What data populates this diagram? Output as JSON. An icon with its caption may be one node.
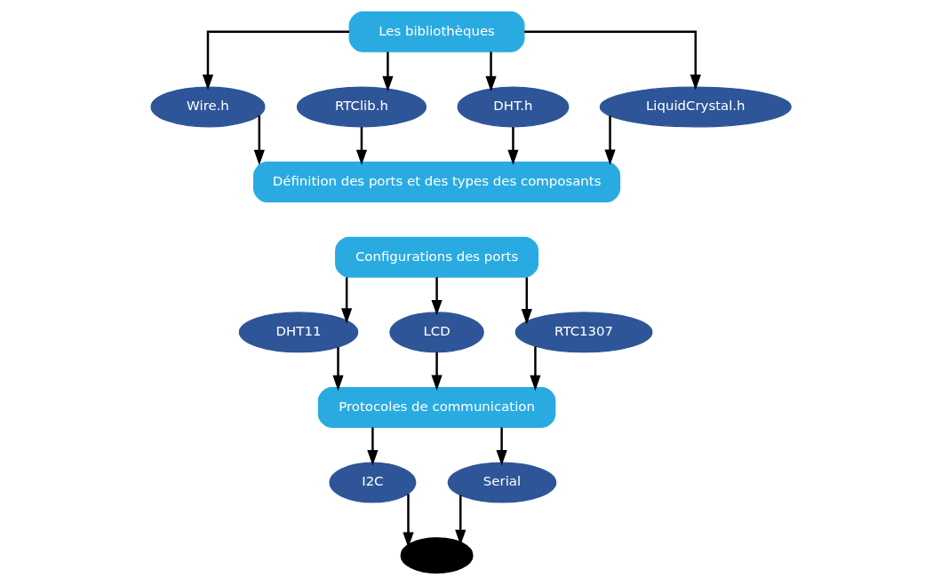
{
  "diagram": {
    "nodes": [
      {
        "text": [
          "Les bibliothèques"
        ]
      },
      {
        "text": [
          "Wire.h"
        ]
      },
      {
        "text": [
          "RTClib.h"
        ]
      },
      {
        "text": [
          "DHT.h"
        ]
      },
      {
        "text": [
          "LiquidCrystal.h"
        ]
      },
      {
        "text": [
          "Définition des ports et des types des composants"
        ]
      },
      {
        "text": [
          "Configurations des ports"
        ]
      },
      {
        "text": [
          "DHT11"
        ]
      },
      {
        "text": [
          "LCD"
        ]
      },
      {
        "text": [
          "RTC1307"
        ]
      },
      {
        "text": [
          "Protocoles de communication"
        ]
      },
      {
        "text": [
          "I2C"
        ]
      },
      {
        "text": [
          "Serial"
        ]
      },
      {
        "text": [],
        "shape": "circle"
      }
    ],
    "edges": [
      {
        "from": 0,
        "to": 1,
        "arrow": "to"
      },
      {
        "from": 0,
        "to": 2,
        "arrow": "to"
      },
      {
        "from": 0,
        "to": 3,
        "arrow": "to"
      },
      {
        "from": 0,
        "to": 4,
        "arrow": "to"
      },
      {
        "from": 1,
        "to": 5,
        "arrow": "to"
      },
      {
        "from": 2,
        "to": 5,
        "arrow": "to"
      },
      {
        "from": 3,
        "to": 5,
        "arrow": "to"
      },
      {
        "from": 4,
        "to": 5,
        "arrow": "to"
      },
      {
        "from": 6,
        "to": 7,
        "arrow": "to"
      },
      {
        "from": 6,
        "to": 8,
        "arrow": "to"
      },
      {
        "from": 6,
        "to": 9,
        "arrow": "to"
      },
      {
        "from": 7,
        "to": 10,
        "arrow": "to"
      },
      {
        "from": 8,
        "to": 10,
        "arrow": "to"
      },
      {
        "from": 9,
        "to": 10,
        "arrow": "to"
      },
      {
        "from": 10,
        "to": 11,
        "arrow": "to"
      },
      {
        "from": 10,
        "to": 12,
        "arrow": "to"
      },
      {
        "from": 11,
        "to": 13,
        "arrow": "to"
      },
      {
        "from": 12,
        "to": 13,
        "arrow": "to"
      }
    ]
  }
}
